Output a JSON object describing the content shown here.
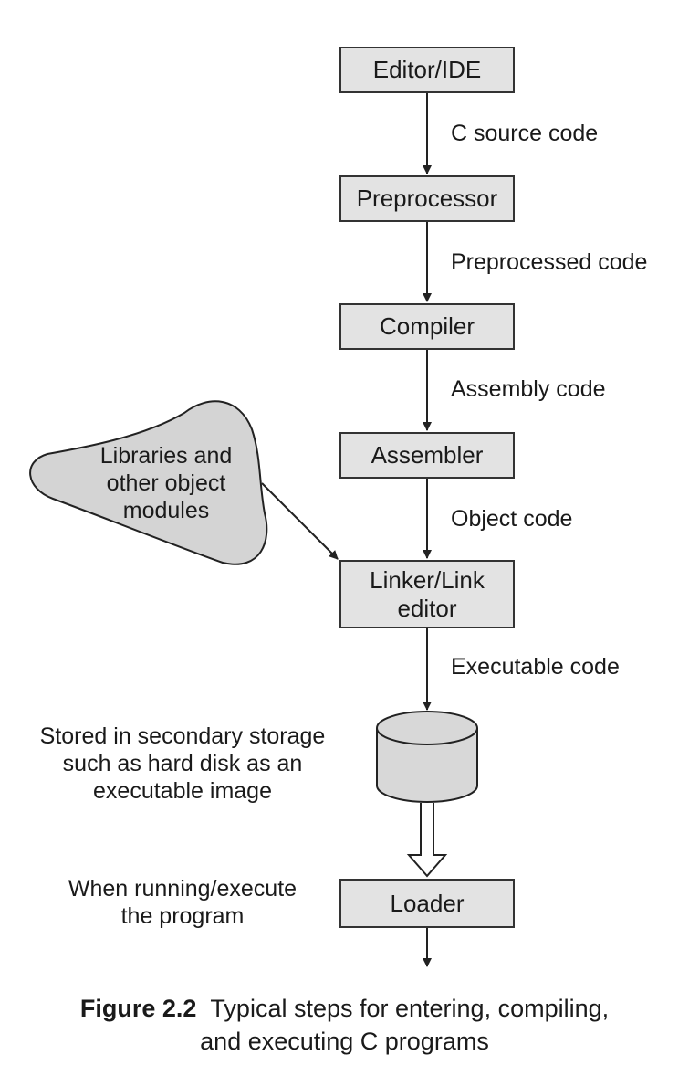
{
  "nodes": {
    "editor": "Editor/IDE",
    "preprocessor": "Preprocessor",
    "compiler": "Compiler",
    "assembler": "Assembler",
    "linker_line1": "Linker/Link",
    "linker_line2": "editor",
    "loader": "Loader"
  },
  "edges": {
    "c_source": "C source code",
    "preprocessed": "Preprocessed code",
    "assembly": "Assembly code",
    "object": "Object code",
    "executable": "Executable code"
  },
  "libraries": {
    "line1": "Libraries and",
    "line2": "other object",
    "line3": "modules"
  },
  "storage_note": {
    "line1": "Stored in secondary storage",
    "line2": "such as hard disk as an",
    "line3": "executable image"
  },
  "loader_note": {
    "line1": "When running/execute",
    "line2": "the program"
  },
  "caption": {
    "label": "Figure 2.2",
    "line1": "Typical steps for entering, compiling,",
    "line2": "and executing C programs"
  }
}
